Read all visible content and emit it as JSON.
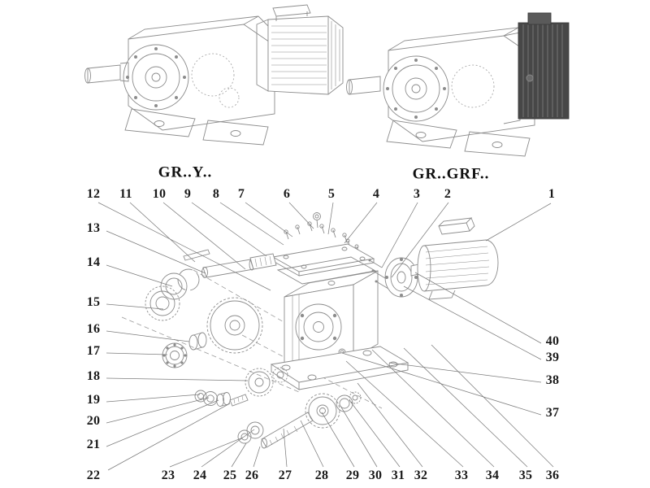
{
  "titles": {
    "left_model": "GR..Y..",
    "right_model": "GR..GRF.."
  },
  "callouts": {
    "top": [
      "12",
      "11",
      "10",
      "9",
      "8",
      "7",
      "6",
      "5",
      "4",
      "3",
      "2",
      "1"
    ],
    "left": [
      "13",
      "14",
      "15",
      "16",
      "17",
      "18",
      "19",
      "20",
      "21",
      "22"
    ],
    "bottom": [
      "23",
      "24",
      "25",
      "26",
      "27",
      "28",
      "29",
      "30",
      "31",
      "32",
      "33",
      "34",
      "35",
      "36"
    ],
    "right": [
      "40",
      "39",
      "38",
      "37"
    ]
  },
  "colors": {
    "line_art": "#8c8c8c",
    "leader_line": "#7d7d7d",
    "dark_block": "#474747",
    "text": "#1a1a1a"
  }
}
